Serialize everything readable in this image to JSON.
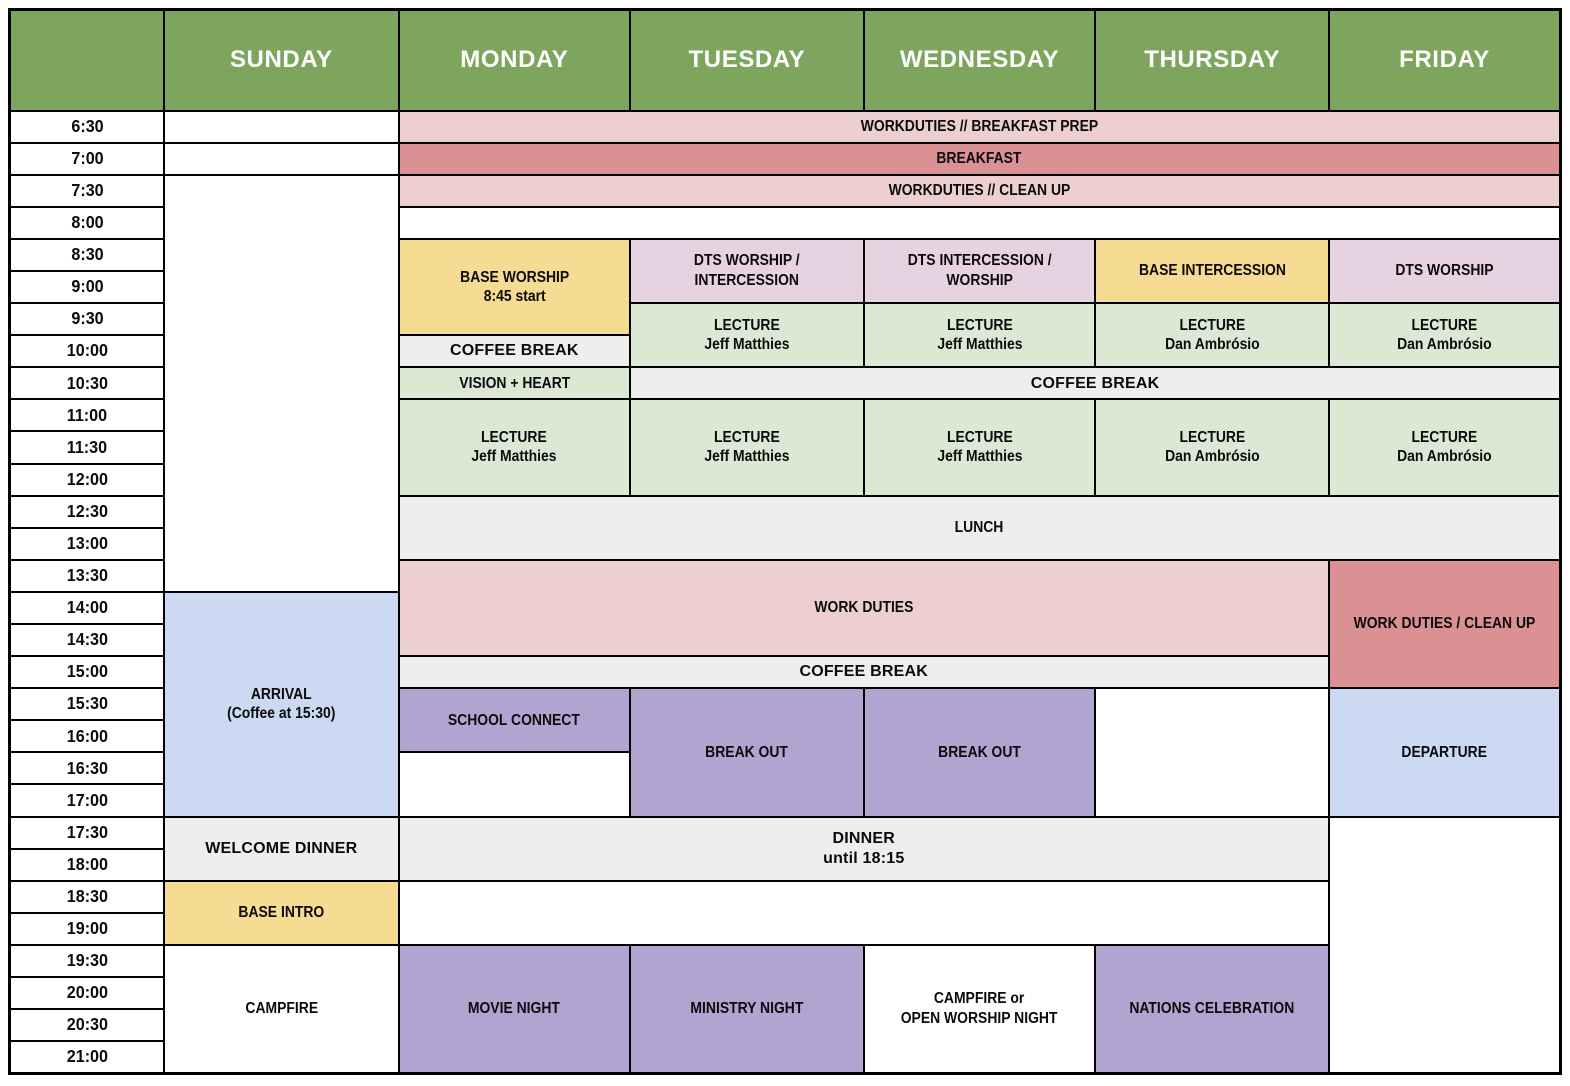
{
  "colors": {
    "green_header": "#7da55d",
    "pink": "#edcfd0",
    "rose": "#db9193",
    "yellow": "#f6db93",
    "lavender": "#e7d2e2",
    "light_green": "#dbe9d4",
    "gray": "#eeeeee",
    "purple": "#b2a4d1",
    "blue": "#cbd9f2",
    "white": "#ffffff",
    "border": "#000000",
    "header_text": "#ffffff"
  },
  "schedule": {
    "day_headers": [
      "SUNDAY",
      "MONDAY",
      "TUESDAY",
      "WEDNESDAY",
      "THURSDAY",
      "FRIDAY"
    ],
    "time_labels": [
      "6:30",
      "7:00",
      "7:30",
      "8:00",
      "8:30",
      "9:00",
      "9:30",
      "10:00",
      "10:30",
      "11:00",
      "11:30",
      "12:00",
      "12:30",
      "13:00",
      "13:30",
      "14:00",
      "14:30",
      "15:00",
      "15:30",
      "16:00",
      "16:30",
      "17:00",
      "17:30",
      "18:00",
      "18:30",
      "19:00",
      "19:30",
      "20:00",
      "20:30",
      "21:00"
    ],
    "events": [
      {
        "name": "sunday-early-empty-1",
        "label": "",
        "color": "white",
        "row": 1,
        "col": 1,
        "rowspan": 1,
        "colspan": 1
      },
      {
        "name": "workduties-breakfast-prep",
        "label": "WORKDUTIES // BREAKFAST PREP",
        "color": "pink",
        "row": 1,
        "col": 2,
        "rowspan": 1,
        "colspan": 5
      },
      {
        "name": "sunday-early-empty-2",
        "label": "",
        "color": "white",
        "row": 2,
        "col": 1,
        "rowspan": 1,
        "colspan": 1
      },
      {
        "name": "breakfast",
        "label": "BREAKFAST",
        "color": "rose",
        "row": 2,
        "col": 2,
        "rowspan": 1,
        "colspan": 5
      },
      {
        "name": "sunday-morning-empty",
        "label": "",
        "color": "white",
        "row": 3,
        "col": 1,
        "rowspan": 13,
        "colspan": 1
      },
      {
        "name": "workduties-clean-up",
        "label": "WORKDUTIES // CLEAN UP",
        "color": "pink",
        "row": 3,
        "col": 2,
        "rowspan": 1,
        "colspan": 5
      },
      {
        "name": "morning-empty-row",
        "label": "",
        "color": "white",
        "row": 4,
        "col": 2,
        "rowspan": 1,
        "colspan": 5
      },
      {
        "name": "base-worship",
        "label": "BASE WORSHIP\n8:45 start",
        "color": "yellow",
        "row": 5,
        "col": 2,
        "rowspan": 3,
        "colspan": 1
      },
      {
        "name": "dts-worship-intercession",
        "label": "DTS WORSHIP /\nINTERCESSION",
        "color": "lavender",
        "row": 5,
        "col": 3,
        "rowspan": 2,
        "colspan": 1
      },
      {
        "name": "dts-intercession-worship",
        "label": "DTS INTERCESSION /\nWORSHIP",
        "color": "lavender",
        "row": 5,
        "col": 4,
        "rowspan": 2,
        "colspan": 1
      },
      {
        "name": "base-intercession",
        "label": "BASE INTERCESSION",
        "color": "yellow",
        "row": 5,
        "col": 5,
        "rowspan": 2,
        "colspan": 1
      },
      {
        "name": "dts-worship-friday",
        "label": "DTS WORSHIP",
        "color": "lavender",
        "row": 5,
        "col": 6,
        "rowspan": 2,
        "colspan": 1
      },
      {
        "name": "lecture-tuesday-early",
        "label": "LECTURE\nJeff Matthies",
        "color": "light_green",
        "row": 7,
        "col": 3,
        "rowspan": 2,
        "colspan": 1
      },
      {
        "name": "lecture-wednesday-early",
        "label": "LECTURE\nJeff Matthies",
        "color": "light_green",
        "row": 7,
        "col": 4,
        "rowspan": 2,
        "colspan": 1
      },
      {
        "name": "lecture-thursday-early",
        "label": "LECTURE\nDan Ambrósio",
        "color": "light_green",
        "row": 7,
        "col": 5,
        "rowspan": 2,
        "colspan": 1
      },
      {
        "name": "lecture-friday-early",
        "label": "LECTURE\nDan Ambrósio",
        "color": "light_green",
        "row": 7,
        "col": 6,
        "rowspan": 2,
        "colspan": 1
      },
      {
        "name": "coffee-break-monday",
        "label": "COFFEE BREAK",
        "color": "gray",
        "row": 8,
        "col": 2,
        "rowspan": 1,
        "colspan": 1,
        "font": "wide"
      },
      {
        "name": "vision-heart",
        "label": "VISION + HEART",
        "color": "light_green",
        "row": 9,
        "col": 2,
        "rowspan": 1,
        "colspan": 1
      },
      {
        "name": "coffee-break-morning",
        "label": "COFFEE BREAK",
        "color": "gray",
        "row": 9,
        "col": 3,
        "rowspan": 1,
        "colspan": 4,
        "font": "wide"
      },
      {
        "name": "lecture-monday-late",
        "label": "LECTURE\nJeff Matthies",
        "color": "light_green",
        "row": 10,
        "col": 2,
        "rowspan": 3,
        "colspan": 1
      },
      {
        "name": "lecture-tuesday-late",
        "label": "LECTURE\nJeff Matthies",
        "color": "light_green",
        "row": 10,
        "col": 3,
        "rowspan": 3,
        "colspan": 1
      },
      {
        "name": "lecture-wednesday-late",
        "label": "LECTURE\nJeff Matthies",
        "color": "light_green",
        "row": 10,
        "col": 4,
        "rowspan": 3,
        "colspan": 1
      },
      {
        "name": "lecture-thursday-late",
        "label": "LECTURE\nDan Ambrósio",
        "color": "light_green",
        "row": 10,
        "col": 5,
        "rowspan": 3,
        "colspan": 1
      },
      {
        "name": "lecture-friday-late",
        "label": "LECTURE\nDan Ambrósio",
        "color": "light_green",
        "row": 10,
        "col": 6,
        "rowspan": 3,
        "colspan": 1
      },
      {
        "name": "lunch",
        "label": "LUNCH",
        "color": "gray",
        "row": 13,
        "col": 2,
        "rowspan": 2,
        "colspan": 5
      },
      {
        "name": "work-duties",
        "label": "WORK DUTIES",
        "color": "pink",
        "row": 15,
        "col": 2,
        "rowspan": 3,
        "colspan": 4
      },
      {
        "name": "work-duties-clean-up-friday",
        "label": "WORK DUTIES / CLEAN UP",
        "color": "rose",
        "row": 15,
        "col": 6,
        "rowspan": 4,
        "colspan": 1
      },
      {
        "name": "arrival",
        "label": "ARRIVAL\n(Coffee at 15:30)",
        "color": "blue",
        "row": 16,
        "col": 1,
        "rowspan": 7,
        "colspan": 1
      },
      {
        "name": "coffee-break-afternoon",
        "label": "COFFEE BREAK",
        "color": "gray",
        "row": 18,
        "col": 2,
        "rowspan": 1,
        "colspan": 4,
        "font": "wide"
      },
      {
        "name": "school-connect",
        "label": "SCHOOL CONNECT",
        "color": "purple",
        "row": 19,
        "col": 2,
        "rowspan": 2,
        "colspan": 1
      },
      {
        "name": "break-out-tuesday",
        "label": "BREAK OUT",
        "color": "purple",
        "row": 19,
        "col": 3,
        "rowspan": 4,
        "colspan": 1
      },
      {
        "name": "break-out-wednesday",
        "label": "BREAK OUT",
        "color": "purple",
        "row": 19,
        "col": 4,
        "rowspan": 4,
        "colspan": 1
      },
      {
        "name": "thursday-afternoon-empty",
        "label": "",
        "color": "white",
        "row": 19,
        "col": 5,
        "rowspan": 4,
        "colspan": 1
      },
      {
        "name": "departure",
        "label": "DEPARTURE",
        "color": "blue",
        "row": 19,
        "col": 6,
        "rowspan": 4,
        "colspan": 1
      },
      {
        "name": "monday-afternoon-empty",
        "label": "",
        "color": "white",
        "row": 21,
        "col": 2,
        "rowspan": 2,
        "colspan": 1
      },
      {
        "name": "welcome-dinner",
        "label": "WELCOME DINNER",
        "color": "gray",
        "row": 23,
        "col": 1,
        "rowspan": 2,
        "colspan": 1,
        "font": "wide"
      },
      {
        "name": "dinner",
        "label": "DINNER\nuntil 18:15",
        "color": "gray",
        "row": 23,
        "col": 2,
        "rowspan": 2,
        "colspan": 4,
        "font": "wide"
      },
      {
        "name": "friday-evening-empty",
        "label": "",
        "color": "white",
        "row": 23,
        "col": 6,
        "rowspan": 8,
        "colspan": 1
      },
      {
        "name": "base-intro",
        "label": "BASE INTRO",
        "color": "yellow",
        "row": 25,
        "col": 1,
        "rowspan": 2,
        "colspan": 1
      },
      {
        "name": "evening-empty-row",
        "label": "",
        "color": "white",
        "row": 25,
        "col": 2,
        "rowspan": 2,
        "colspan": 4
      },
      {
        "name": "campfire-sunday",
        "label": "CAMPFIRE",
        "color": "white",
        "row": 27,
        "col": 1,
        "rowspan": 4,
        "colspan": 1
      },
      {
        "name": "movie-night",
        "label": "MOVIE NIGHT",
        "color": "purple",
        "row": 27,
        "col": 2,
        "rowspan": 4,
        "colspan": 1
      },
      {
        "name": "ministry-night",
        "label": "MINISTRY NIGHT",
        "color": "purple",
        "row": 27,
        "col": 3,
        "rowspan": 4,
        "colspan": 1
      },
      {
        "name": "campfire-open-worship-night",
        "label": "CAMPFIRE or\nOPEN WORSHIP NIGHT",
        "color": "white",
        "row": 27,
        "col": 4,
        "rowspan": 4,
        "colspan": 1
      },
      {
        "name": "nations-celebration",
        "label": "NATIONS CELEBRATION",
        "color": "purple",
        "row": 27,
        "col": 5,
        "rowspan": 4,
        "colspan": 1
      }
    ]
  }
}
